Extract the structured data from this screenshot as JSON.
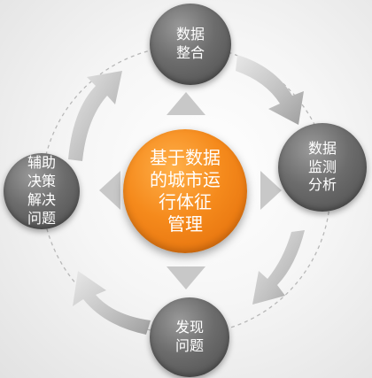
{
  "center": {
    "lines": [
      "基于数据",
      "的城市运",
      "行体征",
      "管理"
    ]
  },
  "nodes": {
    "top": {
      "lines": [
        "数据",
        "整合"
      ]
    },
    "right": {
      "lines": [
        "数据",
        "监测",
        "分析"
      ]
    },
    "bottom": {
      "lines": [
        "发现",
        "问题"
      ]
    },
    "left": {
      "lines": [
        "辅助",
        "决策",
        "解决",
        "问题"
      ]
    }
  },
  "colors": {
    "center": "#f58a1c",
    "node": "#6c6c6c",
    "arrow": "#c8c8c8",
    "pointer": "#c4c4c4"
  }
}
